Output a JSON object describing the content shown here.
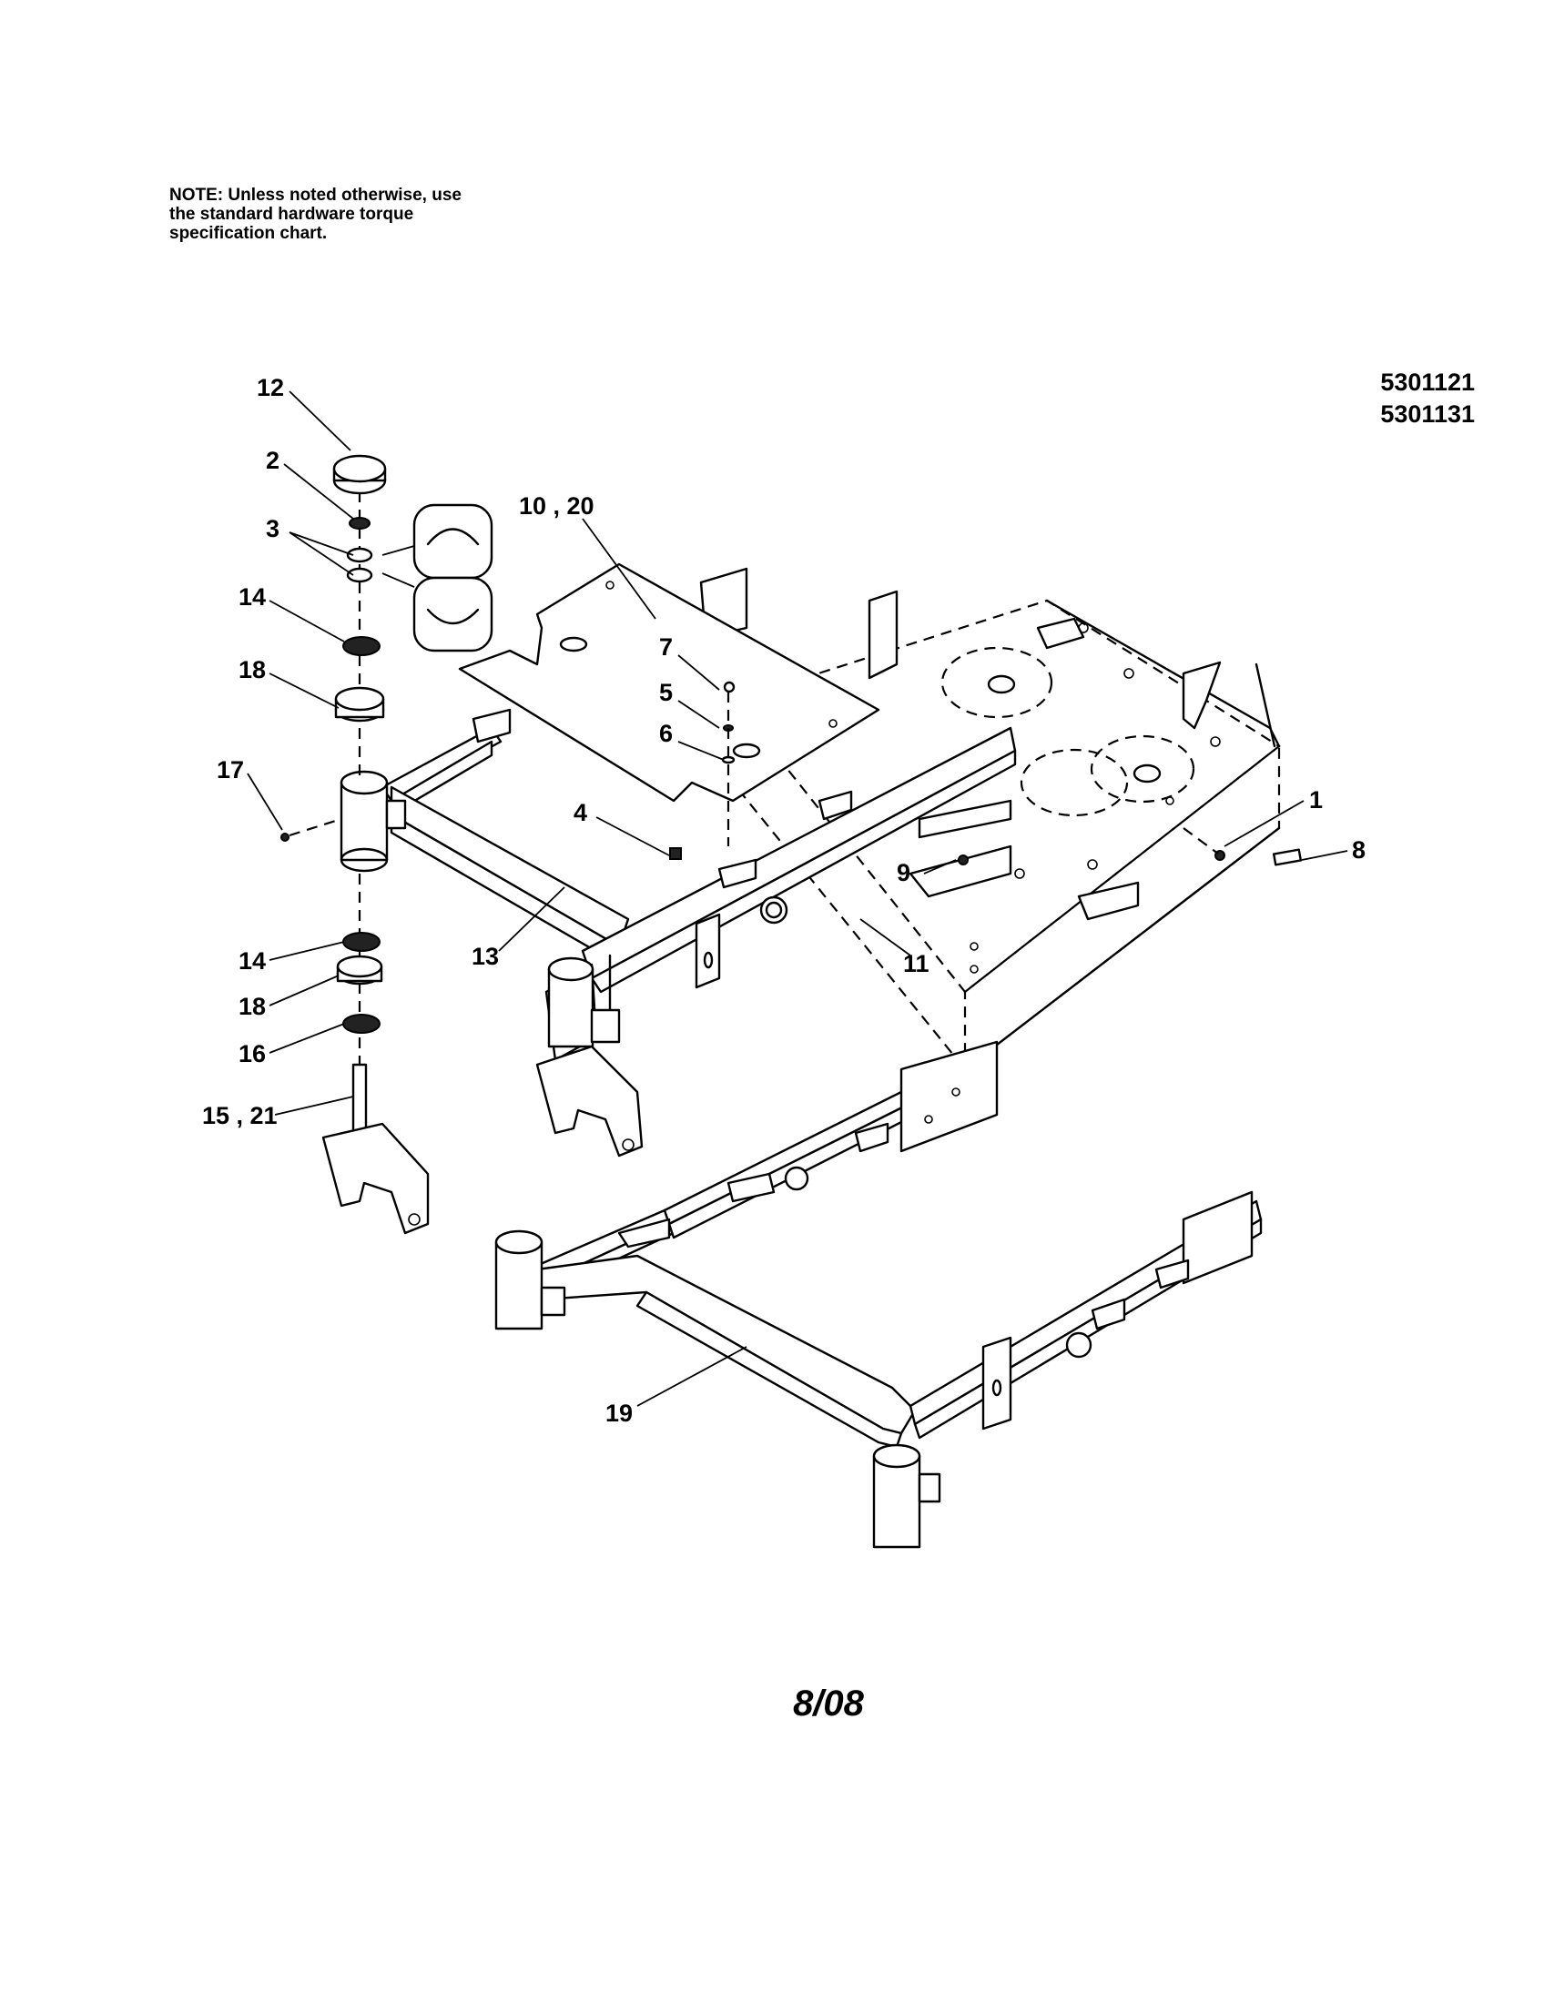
{
  "note": {
    "lines": [
      "NOTE: Unless noted otherwise, use",
      "the standard hardware torque",
      "specification chart."
    ]
  },
  "model_numbers": [
    "5301121",
    "5301131"
  ],
  "date_code": "8/08",
  "callouts": {
    "c12": "12",
    "c2": "2",
    "c3": "3",
    "c14a": "14",
    "c18a": "18",
    "c17": "17",
    "c10_20": "10 , 20",
    "c7": "7",
    "c5": "5",
    "c6": "6",
    "c4": "4",
    "c13": "13",
    "c9": "9",
    "c11": "11",
    "c1": "1",
    "c8": "8",
    "c14b": "14",
    "c18b": "18",
    "c16": "16",
    "c15_21": "15 , 21",
    "c19": "19"
  }
}
